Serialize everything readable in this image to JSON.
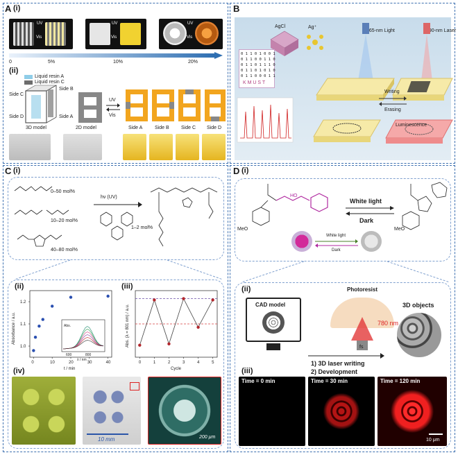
{
  "panelA": {
    "label": "A",
    "sub_i": "(i)",
    "sub_ii": "(ii)",
    "uv": "UV",
    "vis": "Vis",
    "percents": [
      "0",
      "5%",
      "10%",
      "20%"
    ],
    "legend": [
      "Liquid resin A",
      "Liquid resin C"
    ],
    "sides": [
      "Side C",
      "Side B",
      "Side D",
      "Side A"
    ],
    "captions": [
      "3D model",
      "2D model",
      "Side A",
      "Side B",
      "Side C",
      "Side D"
    ]
  },
  "panelB": {
    "label": "B",
    "agcl": "AgCl",
    "ag": "Ag⁺",
    "light365": "365-nm Light",
    "laser690": "690-nm Laser",
    "binary": [
      "0 1 1 0 1 0 0 1",
      "0 1 1 0 0 1 1 0",
      "0 1 1 0 1 1 1 0",
      "0 1 1 0 1 0 1 0",
      "0 1 1 0 0 0 1 1"
    ],
    "kmust": "K M U S T",
    "writing": "Writing",
    "erasing": "Erasing",
    "luminescence": "Luminescence"
  },
  "panelC": {
    "label": "C",
    "sub_i": "(i)",
    "sub_ii": "(ii)",
    "sub_iii": "(iii)",
    "sub_iv": "(iv)",
    "ranges": [
      "0–50 mol%",
      "10–20 mol%",
      "40–80 mol%",
      "1–2 mol%"
    ],
    "hv": "hν (UV)",
    "scale10": "10 mm",
    "scale200": "200 μm"
  },
  "panelD": {
    "label": "D",
    "sub_i": "(i)",
    "sub_ii": "(ii)",
    "sub_iii": "(iii)",
    "white_light": "White light",
    "dark": "Dark",
    "meo": "MeO",
    "ho": "HO",
    "photoresist": "Photoresist",
    "cad": "CAD model",
    "nm780": "780 nm",
    "fs": "fs",
    "objects": "3D objects",
    "step1": "1) 3D laser writing",
    "step2": "2) Development",
    "times": [
      "Time = 0 min",
      "Time = 30 min",
      "Time = 120 min"
    ],
    "scale10um": "10 μm"
  },
  "chart_data": [
    {
      "type": "scatter",
      "xlabel": "t / min",
      "ylabel": "Absorbance / a.u.",
      "x": [
        0,
        1,
        3,
        5,
        10,
        20,
        40
      ],
      "y": [
        0.98,
        1.04,
        1.09,
        1.12,
        1.18,
        1.22,
        1.225
      ],
      "xlim": [
        -2,
        42
      ],
      "ylim": [
        0.95,
        1.25
      ],
      "xticks": [
        "0",
        "10",
        "20",
        "30",
        "40"
      ],
      "yticks": [
        "1.0",
        "1.1",
        "1.2"
      ],
      "inset": {
        "xlabel": "λ / nm",
        "ylabel": "Abs.",
        "xticks": [
          "600",
          "800"
        ]
      }
    },
    {
      "type": "line",
      "xlabel": "Cycle",
      "ylabel": "Abs. (λ = 801 nm) / a.u.",
      "x": [
        0,
        1,
        2,
        3,
        4,
        5
      ],
      "y": [
        0.18,
        0.86,
        0.2,
        0.88,
        0.45,
        0.86
      ],
      "xlim": [
        -0.3,
        5.3
      ],
      "ylim": [
        0,
        1
      ],
      "xticks": [
        "0",
        "1",
        "2",
        "3",
        "4",
        "5"
      ],
      "colors": {
        "line": "#444444",
        "marker": "#b3262c",
        "upper_ref": "#6b4fa8",
        "lower_ref": "#d94040"
      }
    }
  ]
}
